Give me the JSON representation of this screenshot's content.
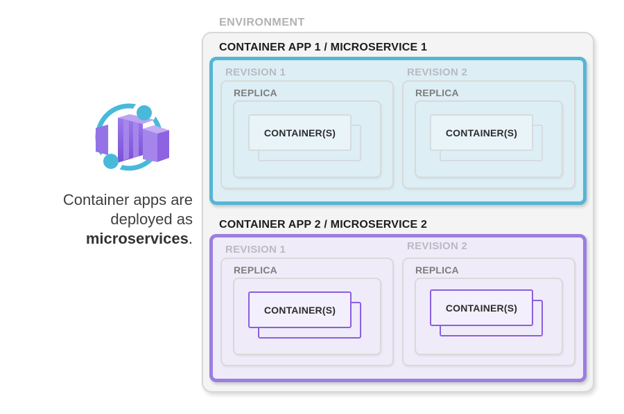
{
  "left_panel": {
    "icon": "azure-container-apps-icon",
    "caption": {
      "line1": "Container apps are",
      "line2": "deployed as",
      "emphasis": "microservices",
      "suffix": "."
    }
  },
  "environment": {
    "label": "ENVIRONMENT",
    "fill": "#f4f4f5",
    "border_color": "#d7d7d7",
    "apps": [
      {
        "label": "CONTAINER APP 1 / MICROSERVICE 1",
        "accent_border": "#55b6d4",
        "fill": "#ddeef5",
        "container_outline": "#d6dbdf",
        "revisions": [
          {
            "label": "REVISION 1",
            "replica": {
              "label": "REPLICA",
              "containers_label": "CONTAINER(S)"
            }
          },
          {
            "label": "REVISION 2",
            "replica": {
              "label": "REPLICA",
              "containers_label": "CONTAINER(S)"
            }
          }
        ]
      },
      {
        "label": "CONTAINER APP 2 / MICROSERVICE 2",
        "accent_border": "#9c7de2",
        "fill": "#efebf9",
        "container_outline": "#8a5fe0",
        "revisions": [
          {
            "label": "REVISION 1",
            "replica": {
              "label": "REPLICA",
              "containers_label": "CONTAINER(S)"
            }
          },
          {
            "label": "REVISION 2",
            "replica": {
              "label": "REPLICA",
              "containers_label": "CONTAINER(S)"
            }
          }
        ]
      }
    ]
  },
  "colors": {
    "icon_cyan": "#49b9da",
    "icon_purple_dark": "#7a4fd6",
    "icon_purple_light": "#bda4f2",
    "label_gray": "#b2b2b2",
    "replica_gray": "#7d7d7d",
    "text_dark": "#1c1c1c"
  }
}
